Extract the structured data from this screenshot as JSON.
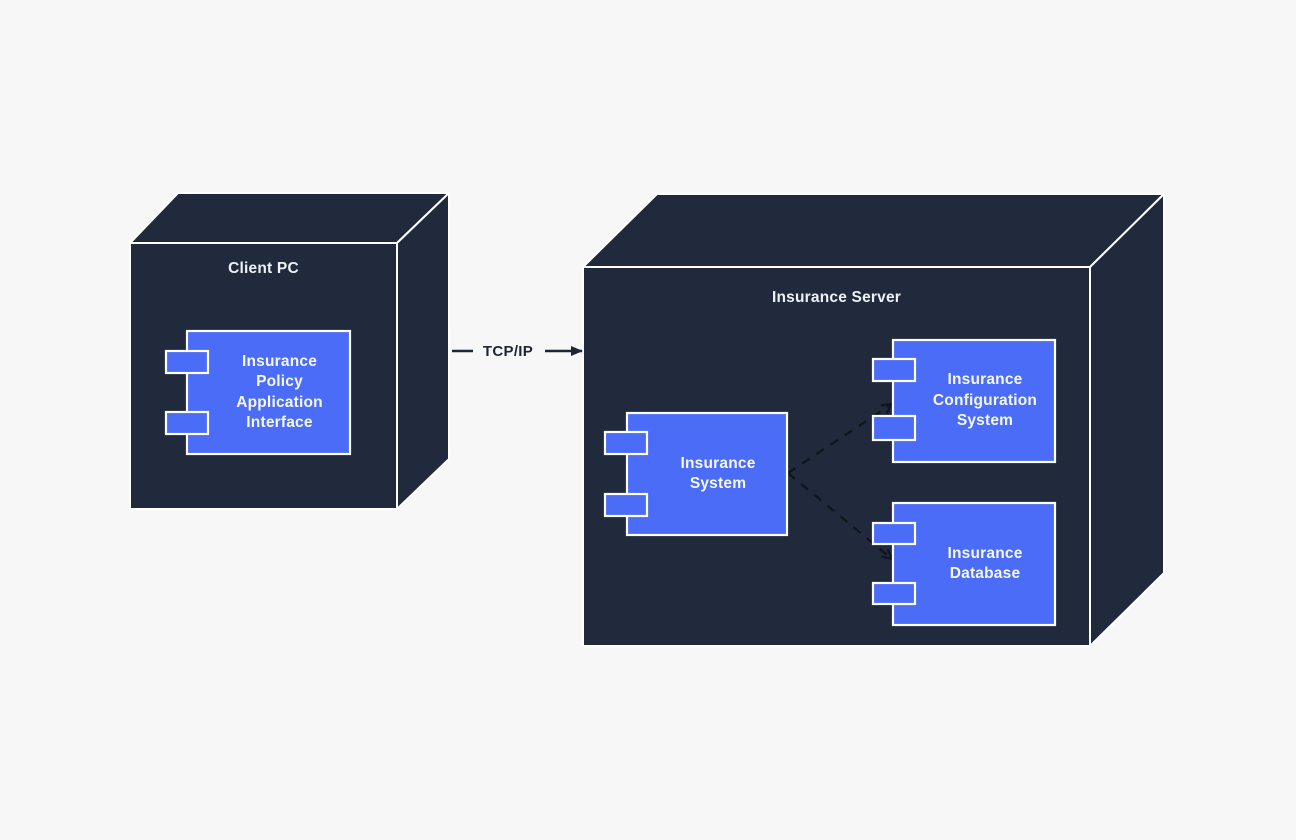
{
  "diagram": {
    "kind": "uml-deployment-diagram",
    "background_color": "#f7f7f8",
    "node_fill_color": "#212a3c",
    "node_edge_color": "#ffffff",
    "component_fill_color": "#4a6cf6",
    "component_border_color": "#ffffff",
    "component_text_color": "#f6f8fc",
    "dependency_line_color": "#0f141d",
    "network_label_color": "#1f2633"
  },
  "nodes": [
    {
      "label": "Client PC"
    },
    {
      "label": "Insurance Server"
    }
  ],
  "components": [
    {
      "label": "Insurance\nPolicy\nApplication\nInterface",
      "node": "Client PC"
    },
    {
      "label": "Insurance\nSystem",
      "node": "Insurance Server"
    },
    {
      "label": "Insurance\nConfiguration\nSystem",
      "node": "Insurance Server"
    },
    {
      "label": "Insurance\nDatabase",
      "node": "Insurance Server"
    }
  ],
  "connections": [
    {
      "label": "TCP/IP",
      "from": "Client PC",
      "to": "Insurance Server",
      "line": "solid",
      "arrow": "filled"
    },
    {
      "label": "",
      "from": "Insurance System",
      "to": "Insurance Configuration System",
      "line": "dashed",
      "arrow": "open"
    },
    {
      "label": "",
      "from": "Insurance System",
      "to": "Insurance Database",
      "line": "dashed",
      "arrow": "open"
    }
  ]
}
